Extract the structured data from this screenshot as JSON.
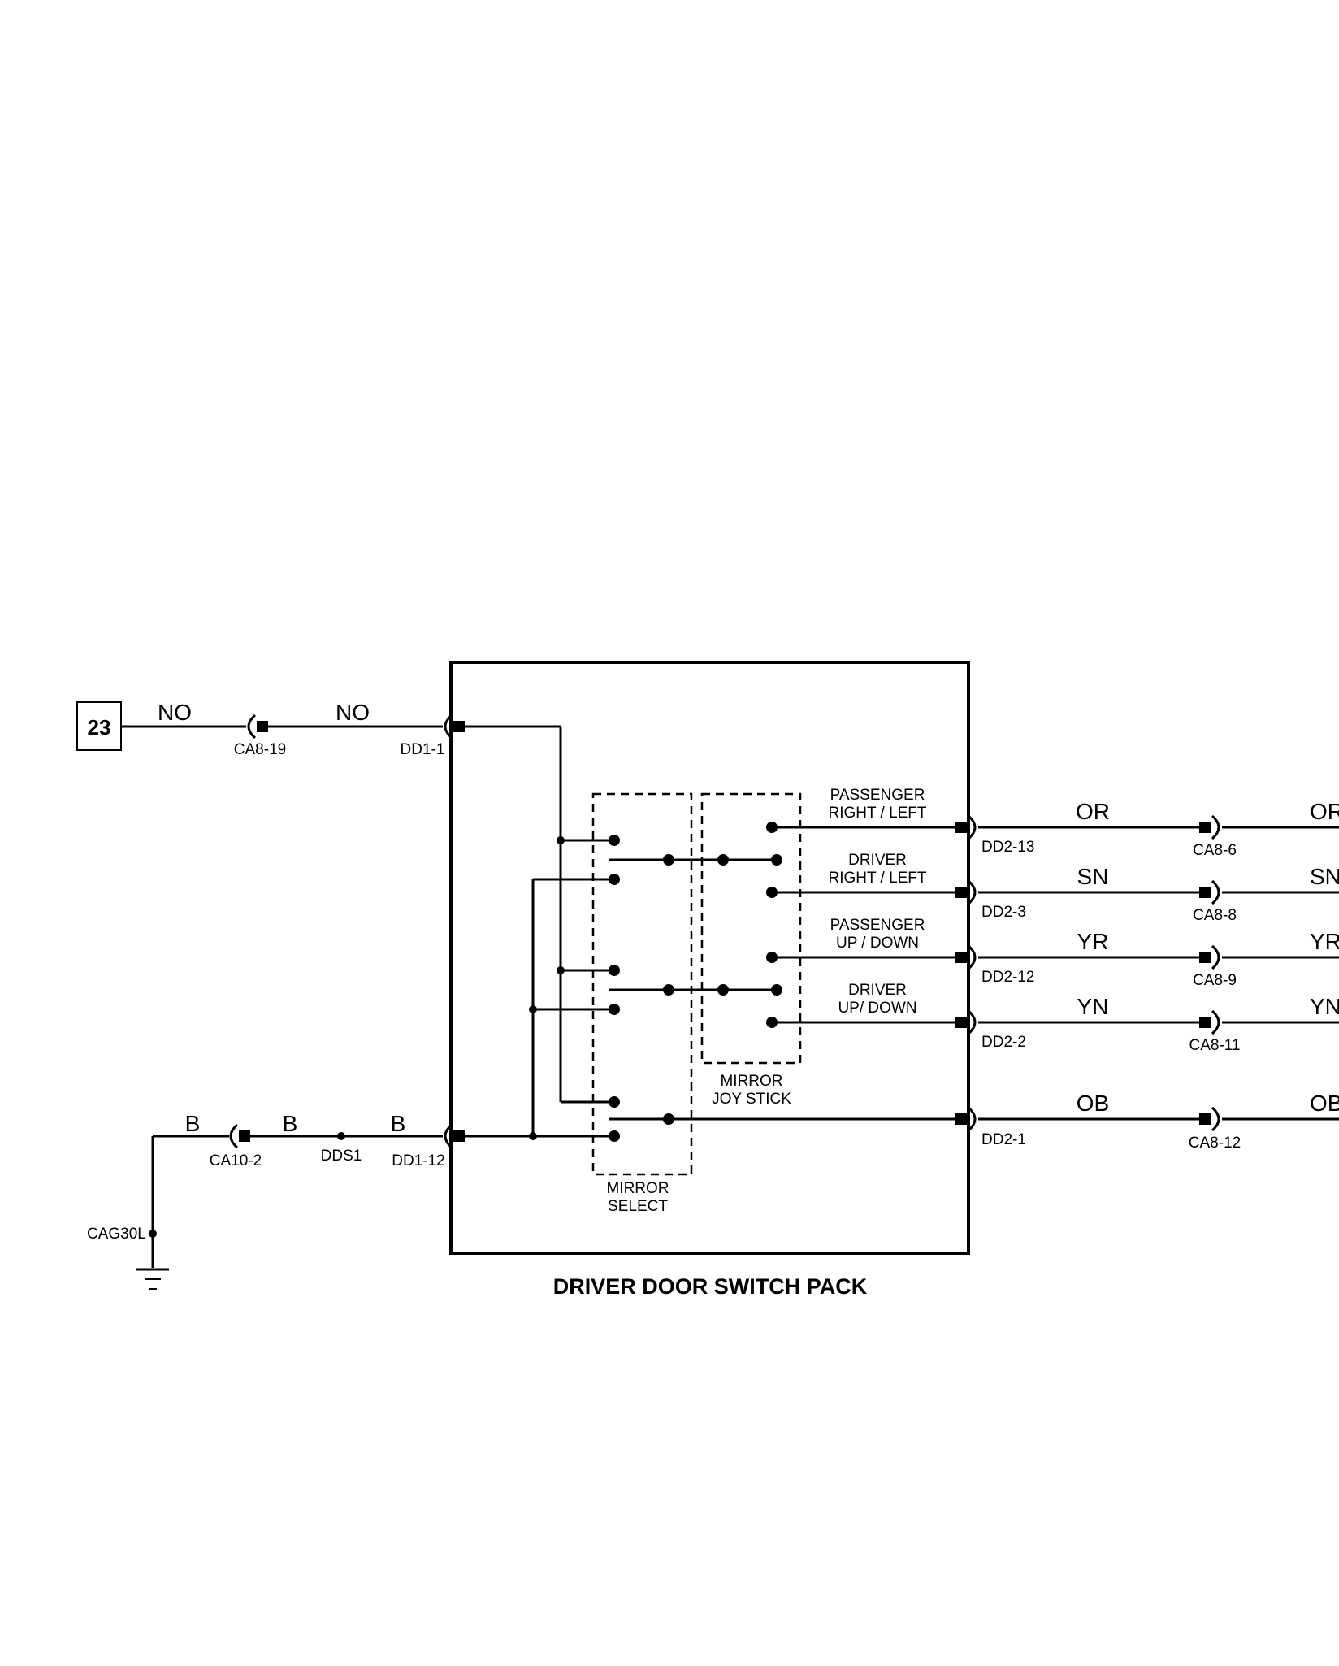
{
  "diagram": {
    "title": "DRIVER DOOR SWITCH PACK",
    "source_node": "23",
    "wire_colors": {
      "feed_left": "NO",
      "feed_inner": "NO",
      "ground_1": "B",
      "ground_2": "B",
      "ground_3": "B",
      "out_1_inner": "OR",
      "out_1_outer": "OR",
      "out_2_inner": "SN",
      "out_2_outer": "SN",
      "out_3_inner": "YR",
      "out_3_outer": "YR",
      "out_4_inner": "YN",
      "out_4_outer": "YN",
      "out_5_inner": "OB",
      "out_5_outer": "OB"
    },
    "connectors": {
      "ca8_19": "CA8-19",
      "dd1_1": "DD1-1",
      "ca10_2": "CA10-2",
      "dds1": "DDS1",
      "dd1_12": "DD1-12",
      "cag30l": "CAG30L",
      "dd2_13": "DD2-13",
      "dd2_3": "DD2-3",
      "dd2_12": "DD2-12",
      "dd2_2": "DD2-2",
      "dd2_1": "DD2-1",
      "ca8_6": "CA8-6",
      "ca8_8": "CA8-8",
      "ca8_9": "CA8-9",
      "ca8_11": "CA8-11",
      "ca8_12": "CA8-12"
    },
    "functions": {
      "pass_rl_1": "PASSENGER",
      "pass_rl_2": "RIGHT / LEFT",
      "drv_rl_1": "DRIVER",
      "drv_rl_2": "RIGHT / LEFT",
      "pass_ud_1": "PASSENGER",
      "pass_ud_2": "UP / DOWN",
      "drv_ud_1": "DRIVER",
      "drv_ud_2": "UP/ DOWN"
    },
    "switches": {
      "joy_1": "MIRROR",
      "joy_2": "JOY STICK",
      "select_1": "MIRROR",
      "select_2": "SELECT"
    }
  }
}
